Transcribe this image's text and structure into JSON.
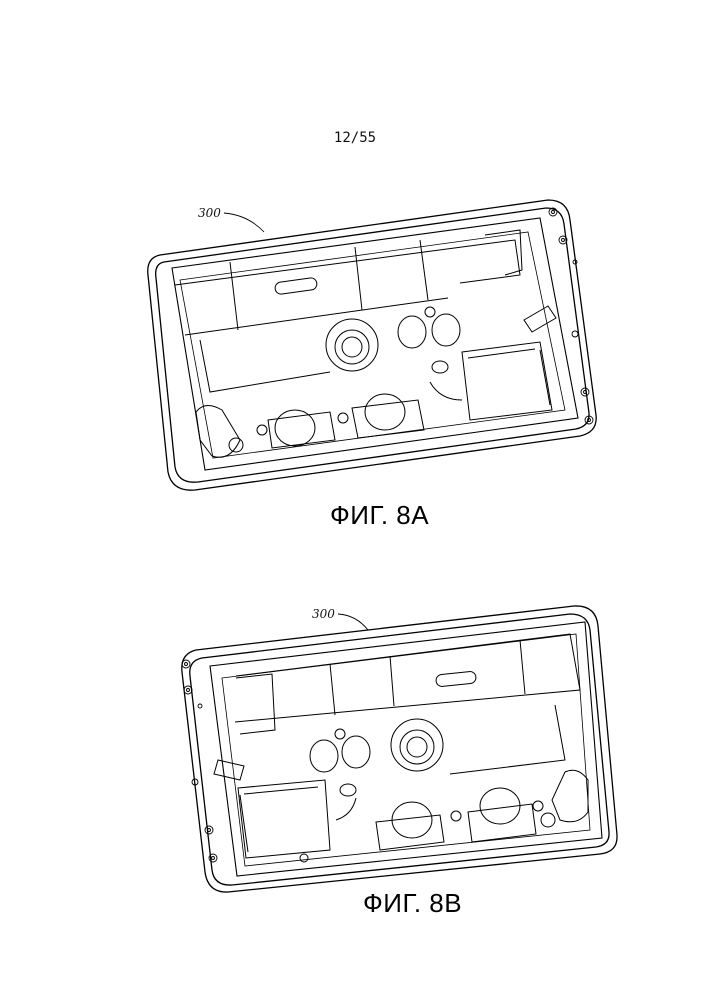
{
  "page": {
    "number": "12/55"
  },
  "figures": [
    {
      "caption": "ФИГ. 8A",
      "ref_label": "300"
    },
    {
      "caption": "ФИГ. 8B",
      "ref_label": "300"
    }
  ]
}
